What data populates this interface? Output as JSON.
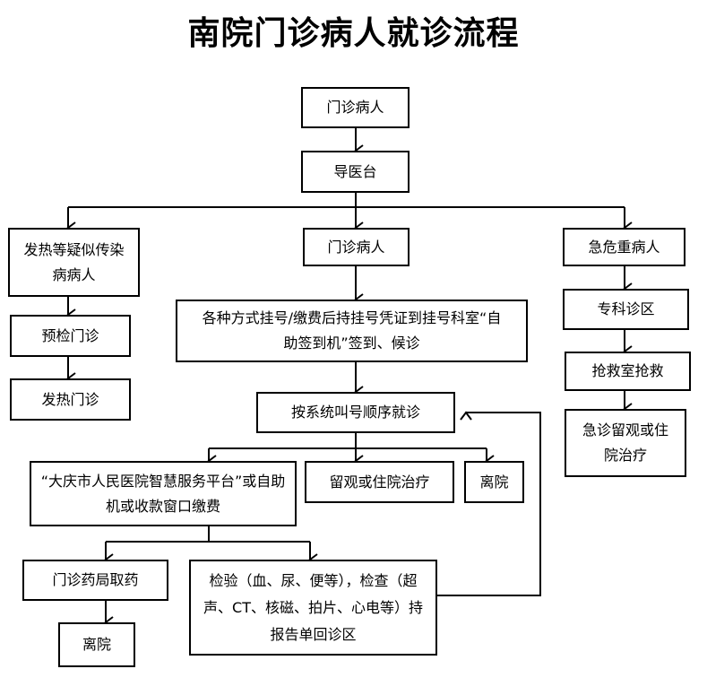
{
  "title": "南院门诊病人就诊流程",
  "nodes": {
    "patient": "门诊病人",
    "guide_desk": "导医台",
    "fever_suspect": "发热等疑似传染病病人",
    "precheck": "预检门诊",
    "fever_clinic": "发热门诊",
    "outpatient": "门诊病人",
    "register": "各种方式挂号/缴费后持挂号凭证到挂号科室“自助签到机”签到、候诊",
    "queue": "按系统叫号顺序就诊",
    "pay": "“大庆市人民医院智慧服务平台”或自助机或收款窗口缴费",
    "observe": "留观或住院治疗",
    "leave_1": "离院",
    "pharmacy": "门诊药局取药",
    "leave_2": "离院",
    "exam": "检验（血、尿、便等），检查（超声、CT、核磁、拍片、心电等）持报告单回诊区",
    "emergency": "急危重病人",
    "specialty": "专科诊区",
    "rescue": "抢救室抢救",
    "emergency_stay": "急诊留观或住院治疗"
  }
}
